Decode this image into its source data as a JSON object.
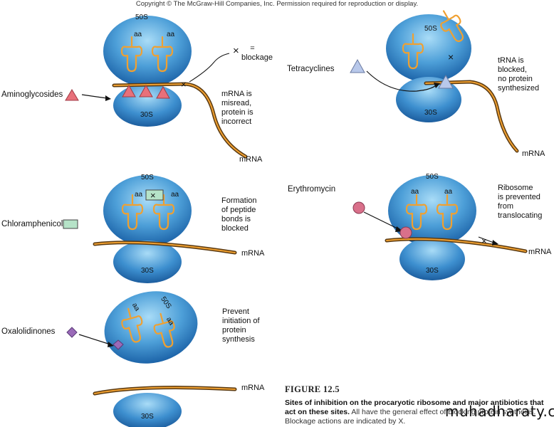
{
  "copyright": "Copyright © The McGraw-Hill Companies, Inc. Permission required for reproduction or display.",
  "subunits": {
    "large": "50S",
    "small": "30S",
    "aa": "aa",
    "mrna": "mRNA"
  },
  "legend": {
    "symbol": "×",
    "text": "= blockage"
  },
  "panels": {
    "aminoglycosides": {
      "drug": "Aminoglycosides",
      "note": [
        "mRNA is",
        "misread,",
        "protein is",
        "incorrect"
      ]
    },
    "tetracyclines": {
      "drug": "Tetracyclines",
      "note": [
        "tRNA is",
        "blocked,",
        "no protein",
        "synthesized"
      ]
    },
    "chloramphenicol": {
      "drug": "Chloramphenicol",
      "note": [
        "Formation",
        "of peptide",
        "bonds is",
        "blocked"
      ]
    },
    "erythromycin": {
      "drug": "Erythromycin",
      "note": [
        "Ribosome",
        "is prevented",
        "from",
        "translocating"
      ]
    },
    "oxazolidinones": {
      "drug": "Oxalolidinones",
      "note": [
        "Prevent",
        "initiation of",
        "protein",
        "synthesis"
      ]
    }
  },
  "figure": {
    "number": "FIGURE 12.5",
    "caption_bold": "Sites of inhibition on the procaryotic ribosome and major antibiotics that act on these sites.",
    "caption_rest": "All have the general effect of blocking protein synthesis. Blockage actions are indicated by X."
  },
  "watermark": "muhadharaty.com",
  "colors": {
    "ribosome_light": "#7ec3ec",
    "ribosome_dark": "#1f6fb4",
    "mrna": "#5a3a12",
    "mrna_fill": "#f0a030",
    "trna": "#f0a030",
    "aminoglycoside": "#e8707a",
    "tetracycline": "#b8c8ea",
    "chloramphenicol": "#b6e3c8",
    "erythromycin": "#d9708a",
    "oxazolidinone": "#9a6ab8"
  }
}
